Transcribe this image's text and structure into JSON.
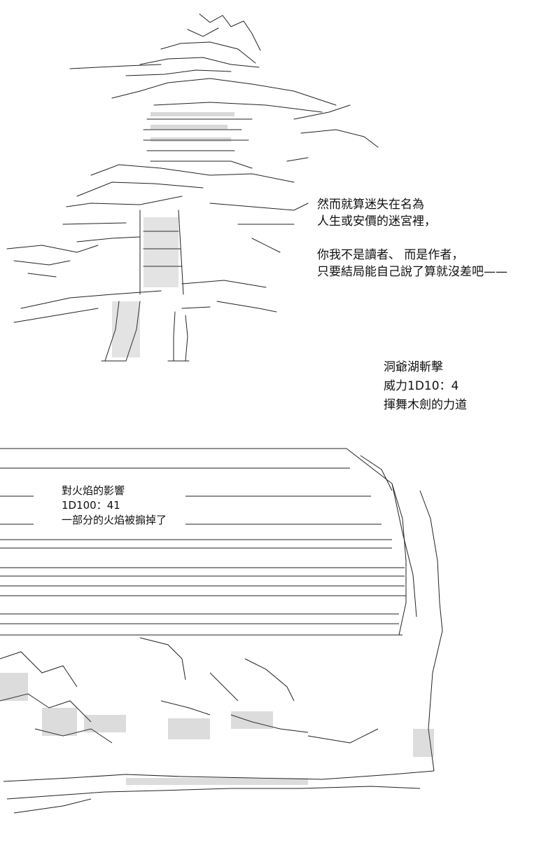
{
  "narration": {
    "lines": [
      "然而就算迷失在名為",
      "人生或安價的迷宮裡，",
      "",
      "你我不是讀者、 而是作者，",
      "只要結局能自己說了算就沒差吧——"
    ]
  },
  "skill": {
    "name": "洞爺湖斬擊",
    "power": "威力1D10：4",
    "description": "揮舞木劍的力道"
  },
  "effect": {
    "title": "對火焰的影響",
    "roll": "1D100：41",
    "result": "一部分的火焰被搧掉了"
  }
}
